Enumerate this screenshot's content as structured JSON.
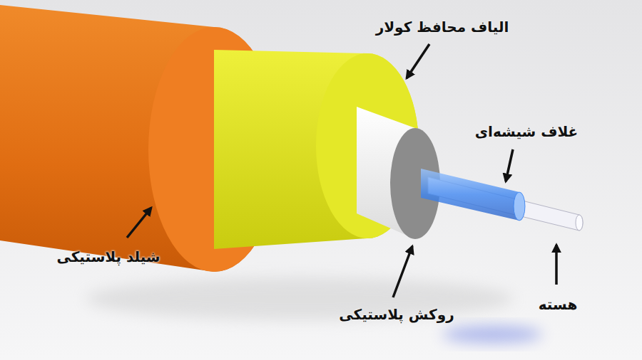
{
  "diagram": {
    "labels": [
      "الیاف محافظ کولار",
      "غلاف شیشه‌ای",
      "شیلد پلاستیکی",
      "هسته",
      "روکش پلاستیکی"
    ]
  }
}
